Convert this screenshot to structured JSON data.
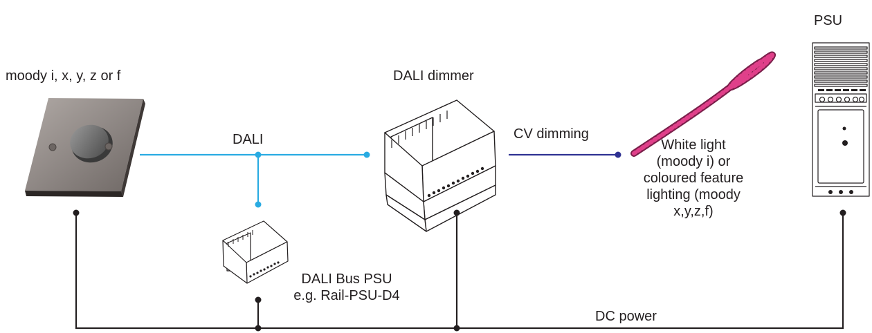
{
  "labels": {
    "psu": "PSU",
    "moody": "moody i, x, y, z or f",
    "dali_dimmer": "DALI dimmer",
    "dali": "DALI",
    "cv_dimming": "CV dimming",
    "light_l1": "White light",
    "light_l2": "(moody i) or",
    "light_l3": "coloured feature",
    "light_l4": "lighting (moody",
    "light_l5": "x,y,z,f)",
    "bus_psu_l1": "DALI Bus PSU",
    "bus_psu_l2": "e.g. Rail-PSU-D4",
    "dc_power": "DC power"
  },
  "colors": {
    "dali_line": "#29abe2",
    "cv_line": "#2e3192",
    "power_line": "#231f20",
    "text": "#231f20",
    "led_strip": "#e0408a"
  }
}
